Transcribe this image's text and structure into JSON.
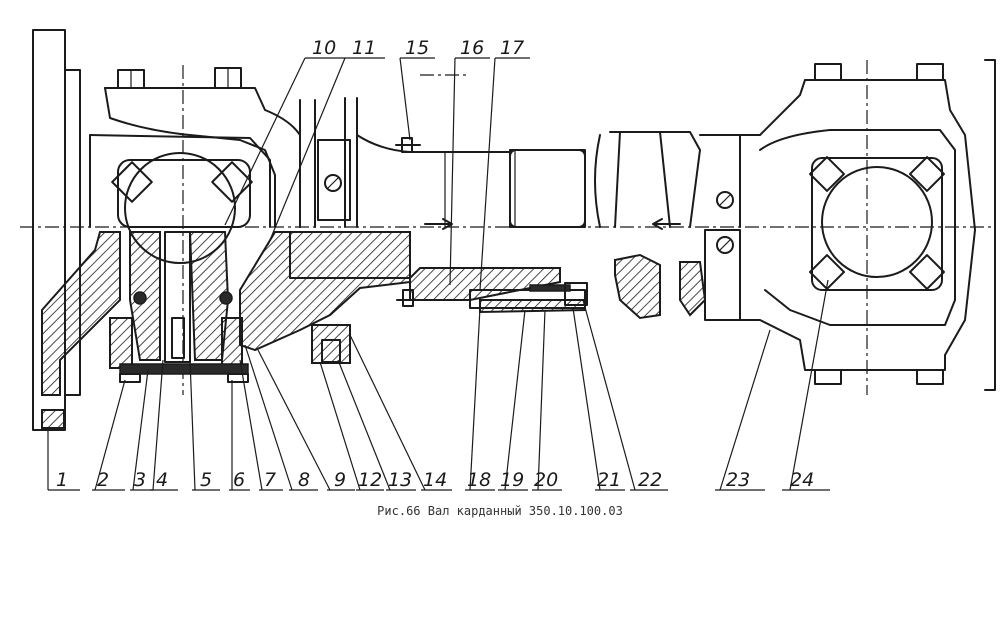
{
  "caption": "Рис.66 Вал карданный 350.10.100.03",
  "callouts_bottom": [
    "1",
    "2",
    "3",
    "4",
    "5",
    "6",
    "7",
    "8",
    "9",
    "12",
    "13",
    "14",
    "18",
    "19",
    "20",
    "21",
    "22",
    "23",
    "24"
  ],
  "callouts_top": [
    "10",
    "11",
    "15",
    "16",
    "17"
  ]
}
